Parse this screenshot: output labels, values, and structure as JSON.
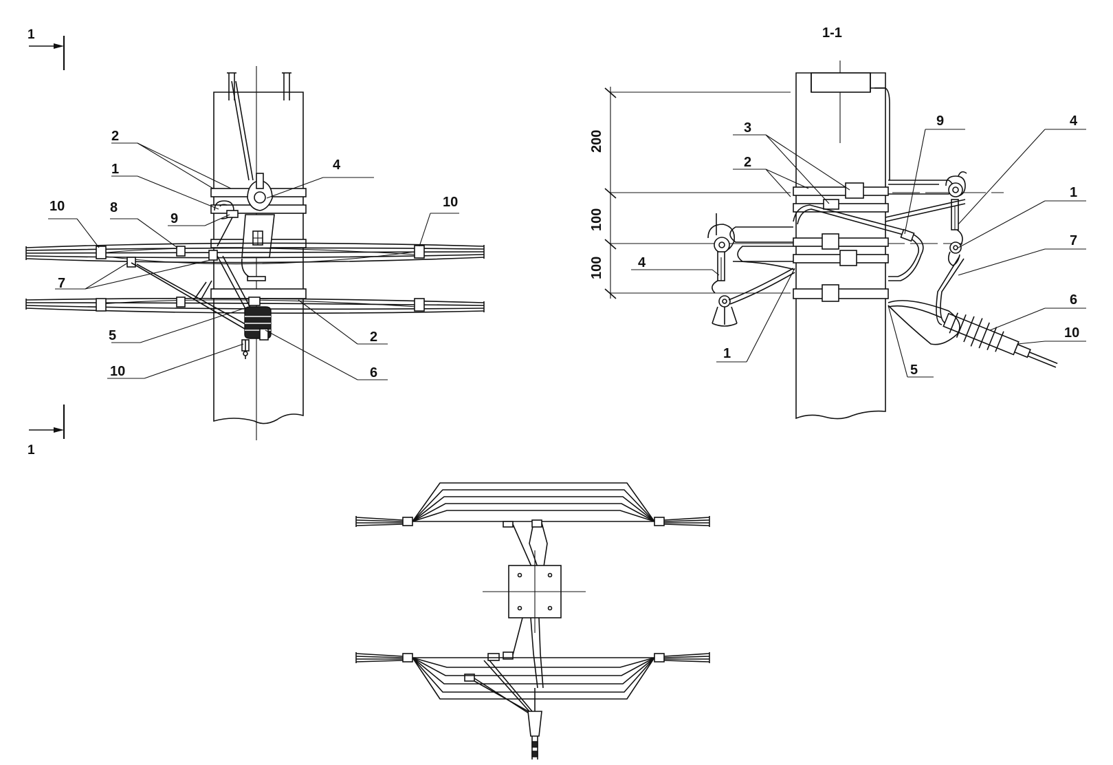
{
  "section_marks": {
    "top_label": "1",
    "bottom_label": "1",
    "section_title": "1-1"
  },
  "front_view": {
    "callouts": {
      "c2_top": "2",
      "c1": "1",
      "c4": "4",
      "c10_left": "10",
      "c8": "8",
      "c9": "9",
      "c10_right": "10",
      "c7": "7",
      "c5": "5",
      "c2_bottom": "2",
      "c10_bottom": "10",
      "c6": "6"
    }
  },
  "side_view": {
    "dimensions": {
      "d1": "200",
      "d2": "100",
      "d3": "100"
    },
    "callouts": {
      "c3": "3",
      "c2": "2",
      "c9": "9",
      "c4_right": "4",
      "c1_right": "1",
      "c7": "7",
      "c4_left": "4",
      "c6": "6",
      "c10": "10",
      "c1_bottom": "1",
      "c5": "5"
    }
  },
  "colors": {
    "line": "#111111",
    "background": "#ffffff"
  }
}
